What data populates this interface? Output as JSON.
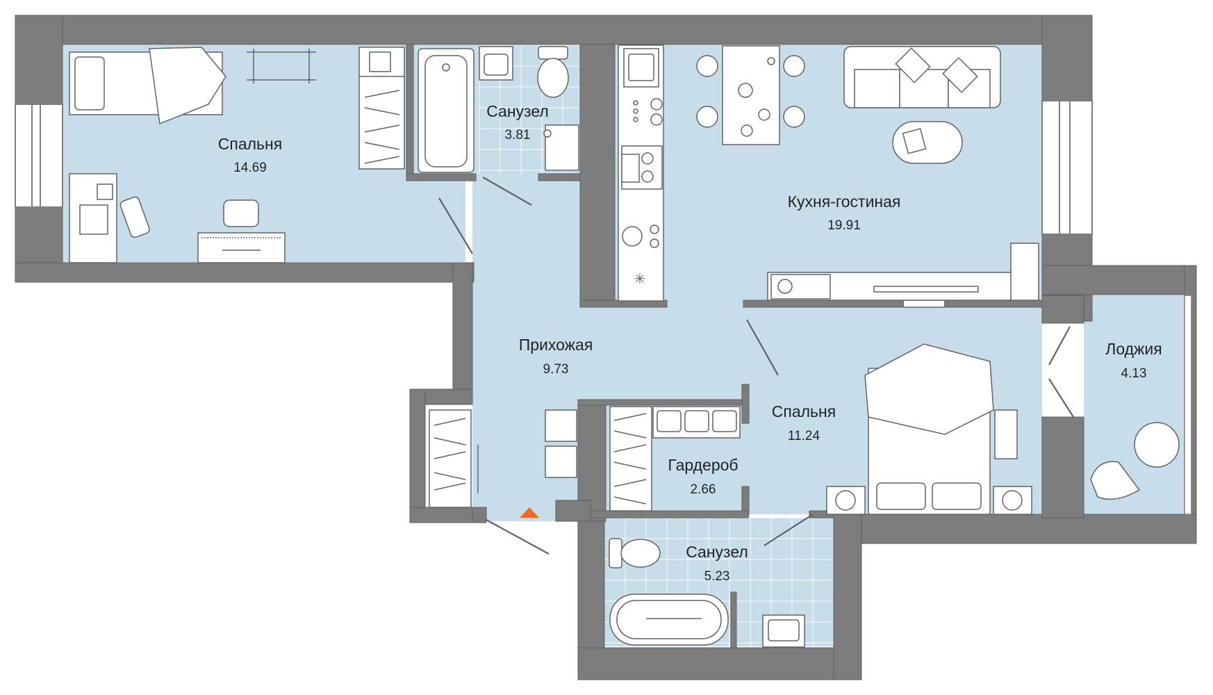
{
  "rooms": [
    {
      "id": "bedroom-1",
      "name": "Спальня",
      "area": "14.69"
    },
    {
      "id": "bathroom-1",
      "name": "Санузел",
      "area": "3.81"
    },
    {
      "id": "kitchen-living",
      "name": "Кухня-гостиная",
      "area": "19.91"
    },
    {
      "id": "hallway",
      "name": "Прихожая",
      "area": "9.73"
    },
    {
      "id": "bedroom-2",
      "name": "Спальня",
      "area": "11.24"
    },
    {
      "id": "loggia",
      "name": "Лоджия",
      "area": "4.13"
    },
    {
      "id": "wardrobe",
      "name": "Гардероб",
      "area": "2.66"
    },
    {
      "id": "bathroom-2",
      "name": "Санузел",
      "area": "5.23"
    }
  ],
  "colors": {
    "floor": "#c7dde9",
    "wall": "#7d7d7d",
    "wall_stroke": "#5f5f5f",
    "tile": "#b9d3e4",
    "entrance_marker": "#f26a21",
    "furniture_stroke": "#5f6368"
  },
  "icons": [
    "bed-icon",
    "bathtub-icon",
    "toilet-icon",
    "sink-icon",
    "stove-icon",
    "dining-table-icon",
    "sofa-icon",
    "tv-icon",
    "wardrobe-icon",
    "desk-icon",
    "armchair-icon",
    "entrance-arrow-icon"
  ]
}
